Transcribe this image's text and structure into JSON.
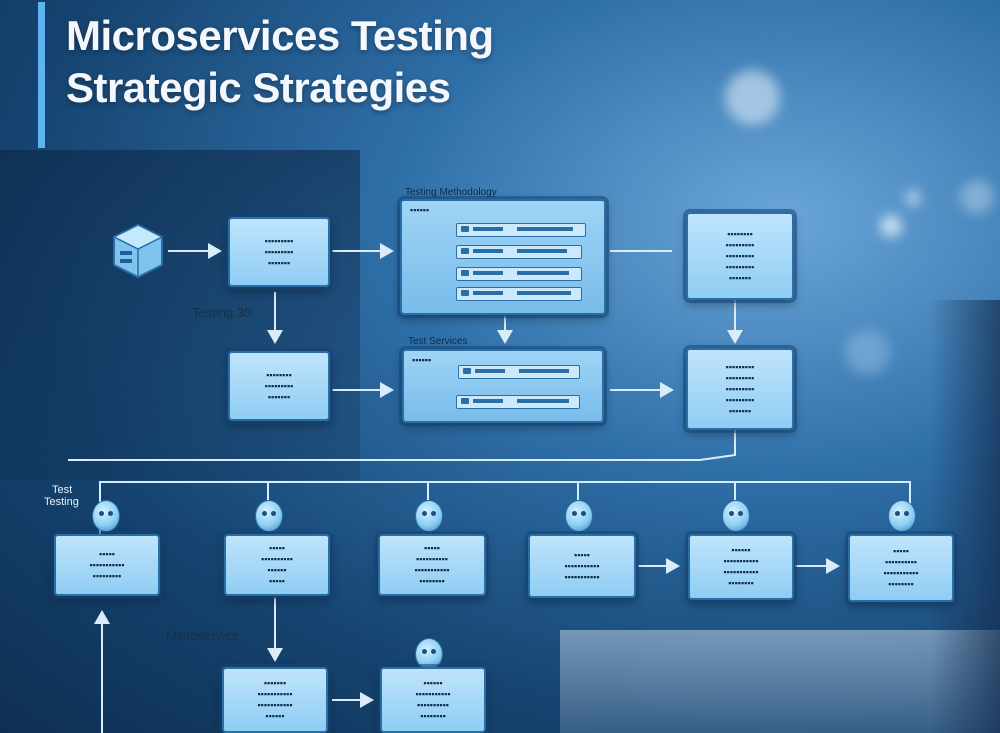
{
  "title": {
    "line1": "Microservices Testing",
    "line2": "Strategic Strategies"
  },
  "labels": {
    "testing_30": "Testing 30",
    "microservice": "Microservice",
    "testing_methodology": "Testing Methodology",
    "test_services": "Test Services",
    "test_testing_line1": "Test",
    "test_testing_line2": "Testing"
  },
  "colors": {
    "accent": "#5fb3f0",
    "node_fill": "#a8daf8",
    "node_border": "#2a6ea6",
    "connector": "#d9ecfa"
  },
  "icons": {
    "service": "cube-icon",
    "bot": "robot-head-icon"
  }
}
